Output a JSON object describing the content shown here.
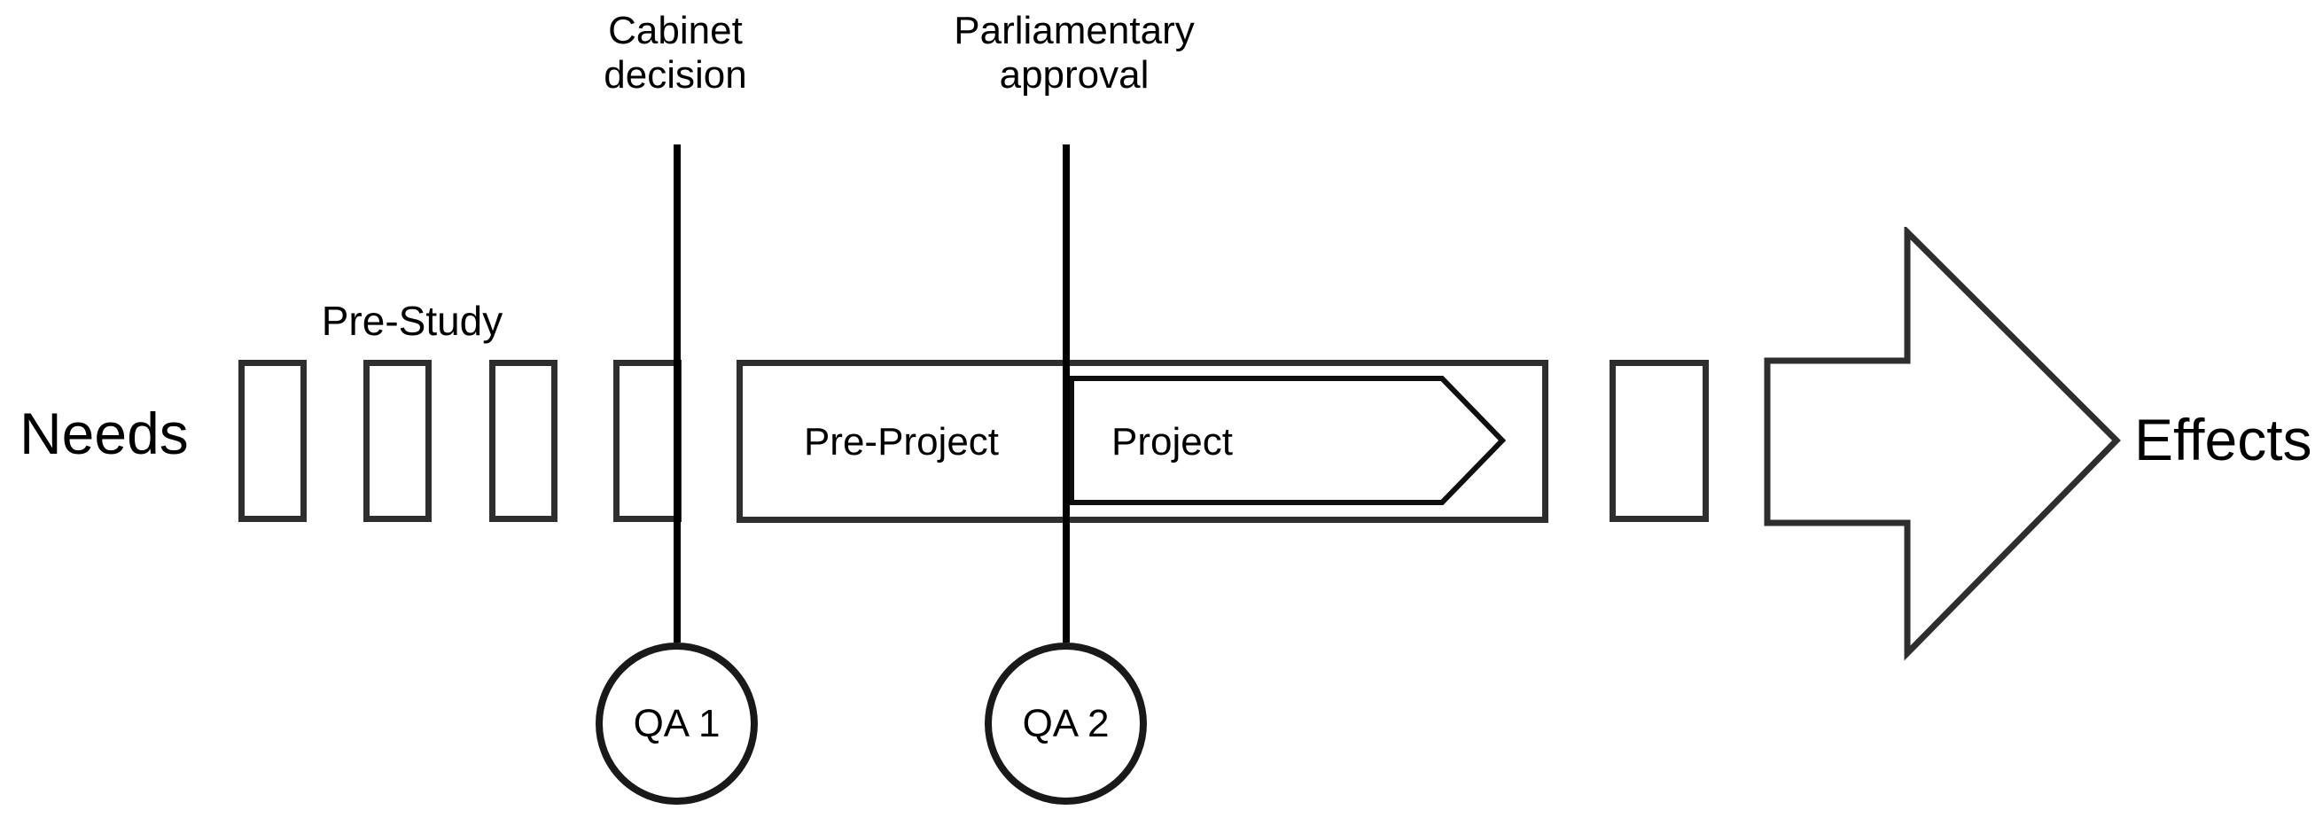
{
  "diagram": {
    "needs_label": "Needs",
    "effects_label": "Effects",
    "pre_study_label": "Pre-Study",
    "pre_project_label": "Pre-Project",
    "project_label": "Project",
    "milestones": {
      "cabinet": {
        "line1": "Cabinet",
        "line2": "decision",
        "qa_label": "QA 1"
      },
      "parliamentary": {
        "line1": "Parliamentary",
        "line2": "approval",
        "qa_label": "QA 2"
      }
    },
    "colors": {
      "background": "#ffffff",
      "box_stroke": "#2e2e2e",
      "milestone_line": "#000000",
      "pentagon_stroke": "#0f0f0f",
      "circle_stroke": "#191919",
      "text": "#000000"
    }
  }
}
